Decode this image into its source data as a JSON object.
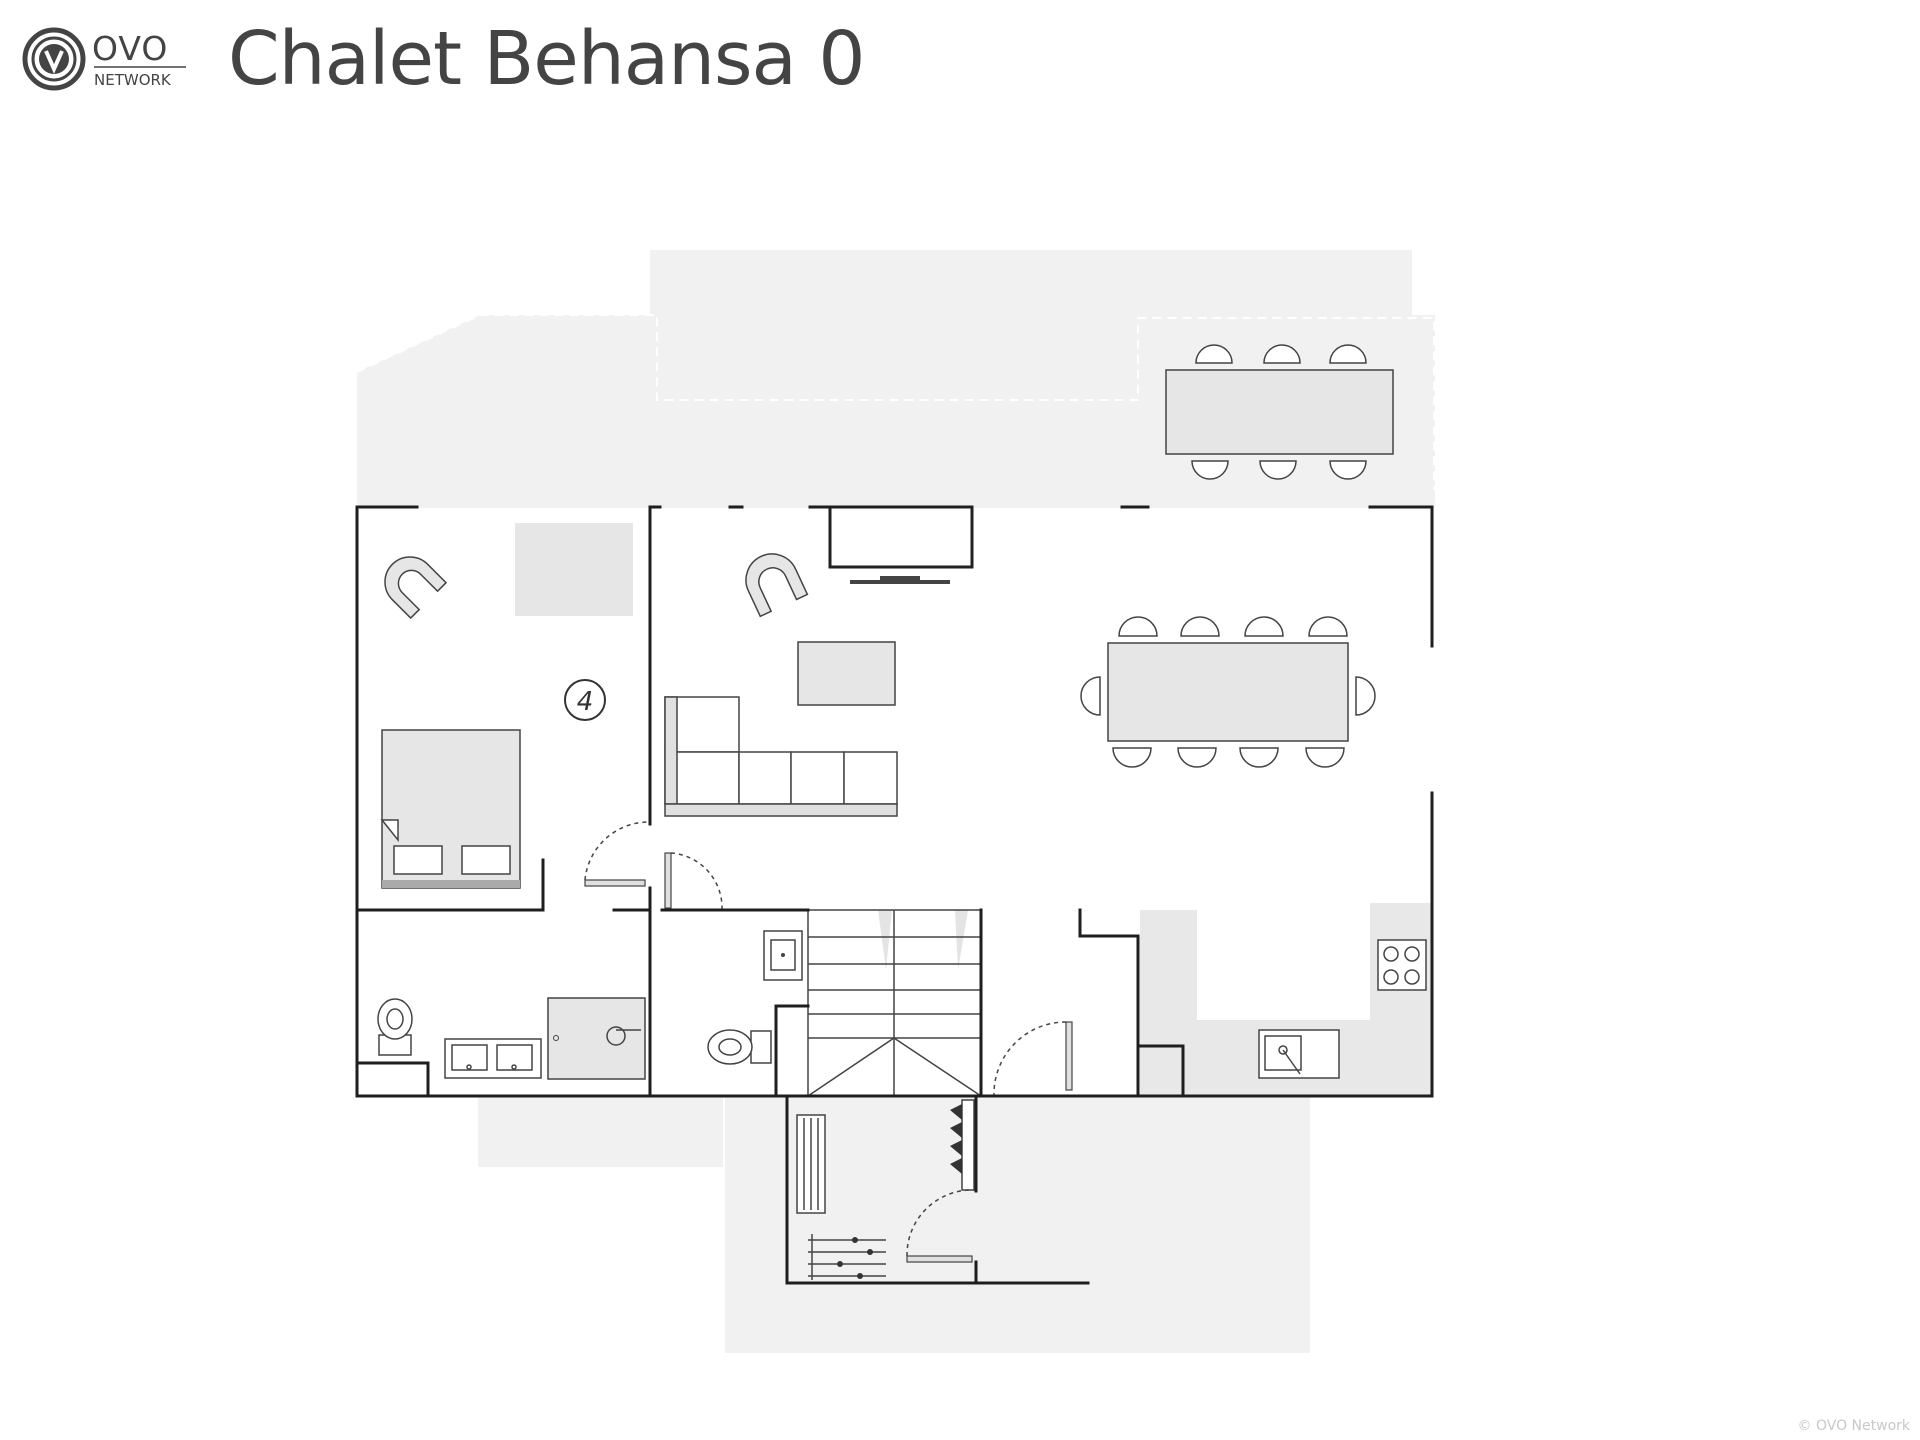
{
  "header": {
    "logo_text": "OVO",
    "logo_subtext": "NETWORK",
    "title": "Chalet Behansa 0"
  },
  "plan": {
    "room_labels": [
      "4"
    ]
  },
  "footer": {
    "copyright": "© OVO Network"
  }
}
